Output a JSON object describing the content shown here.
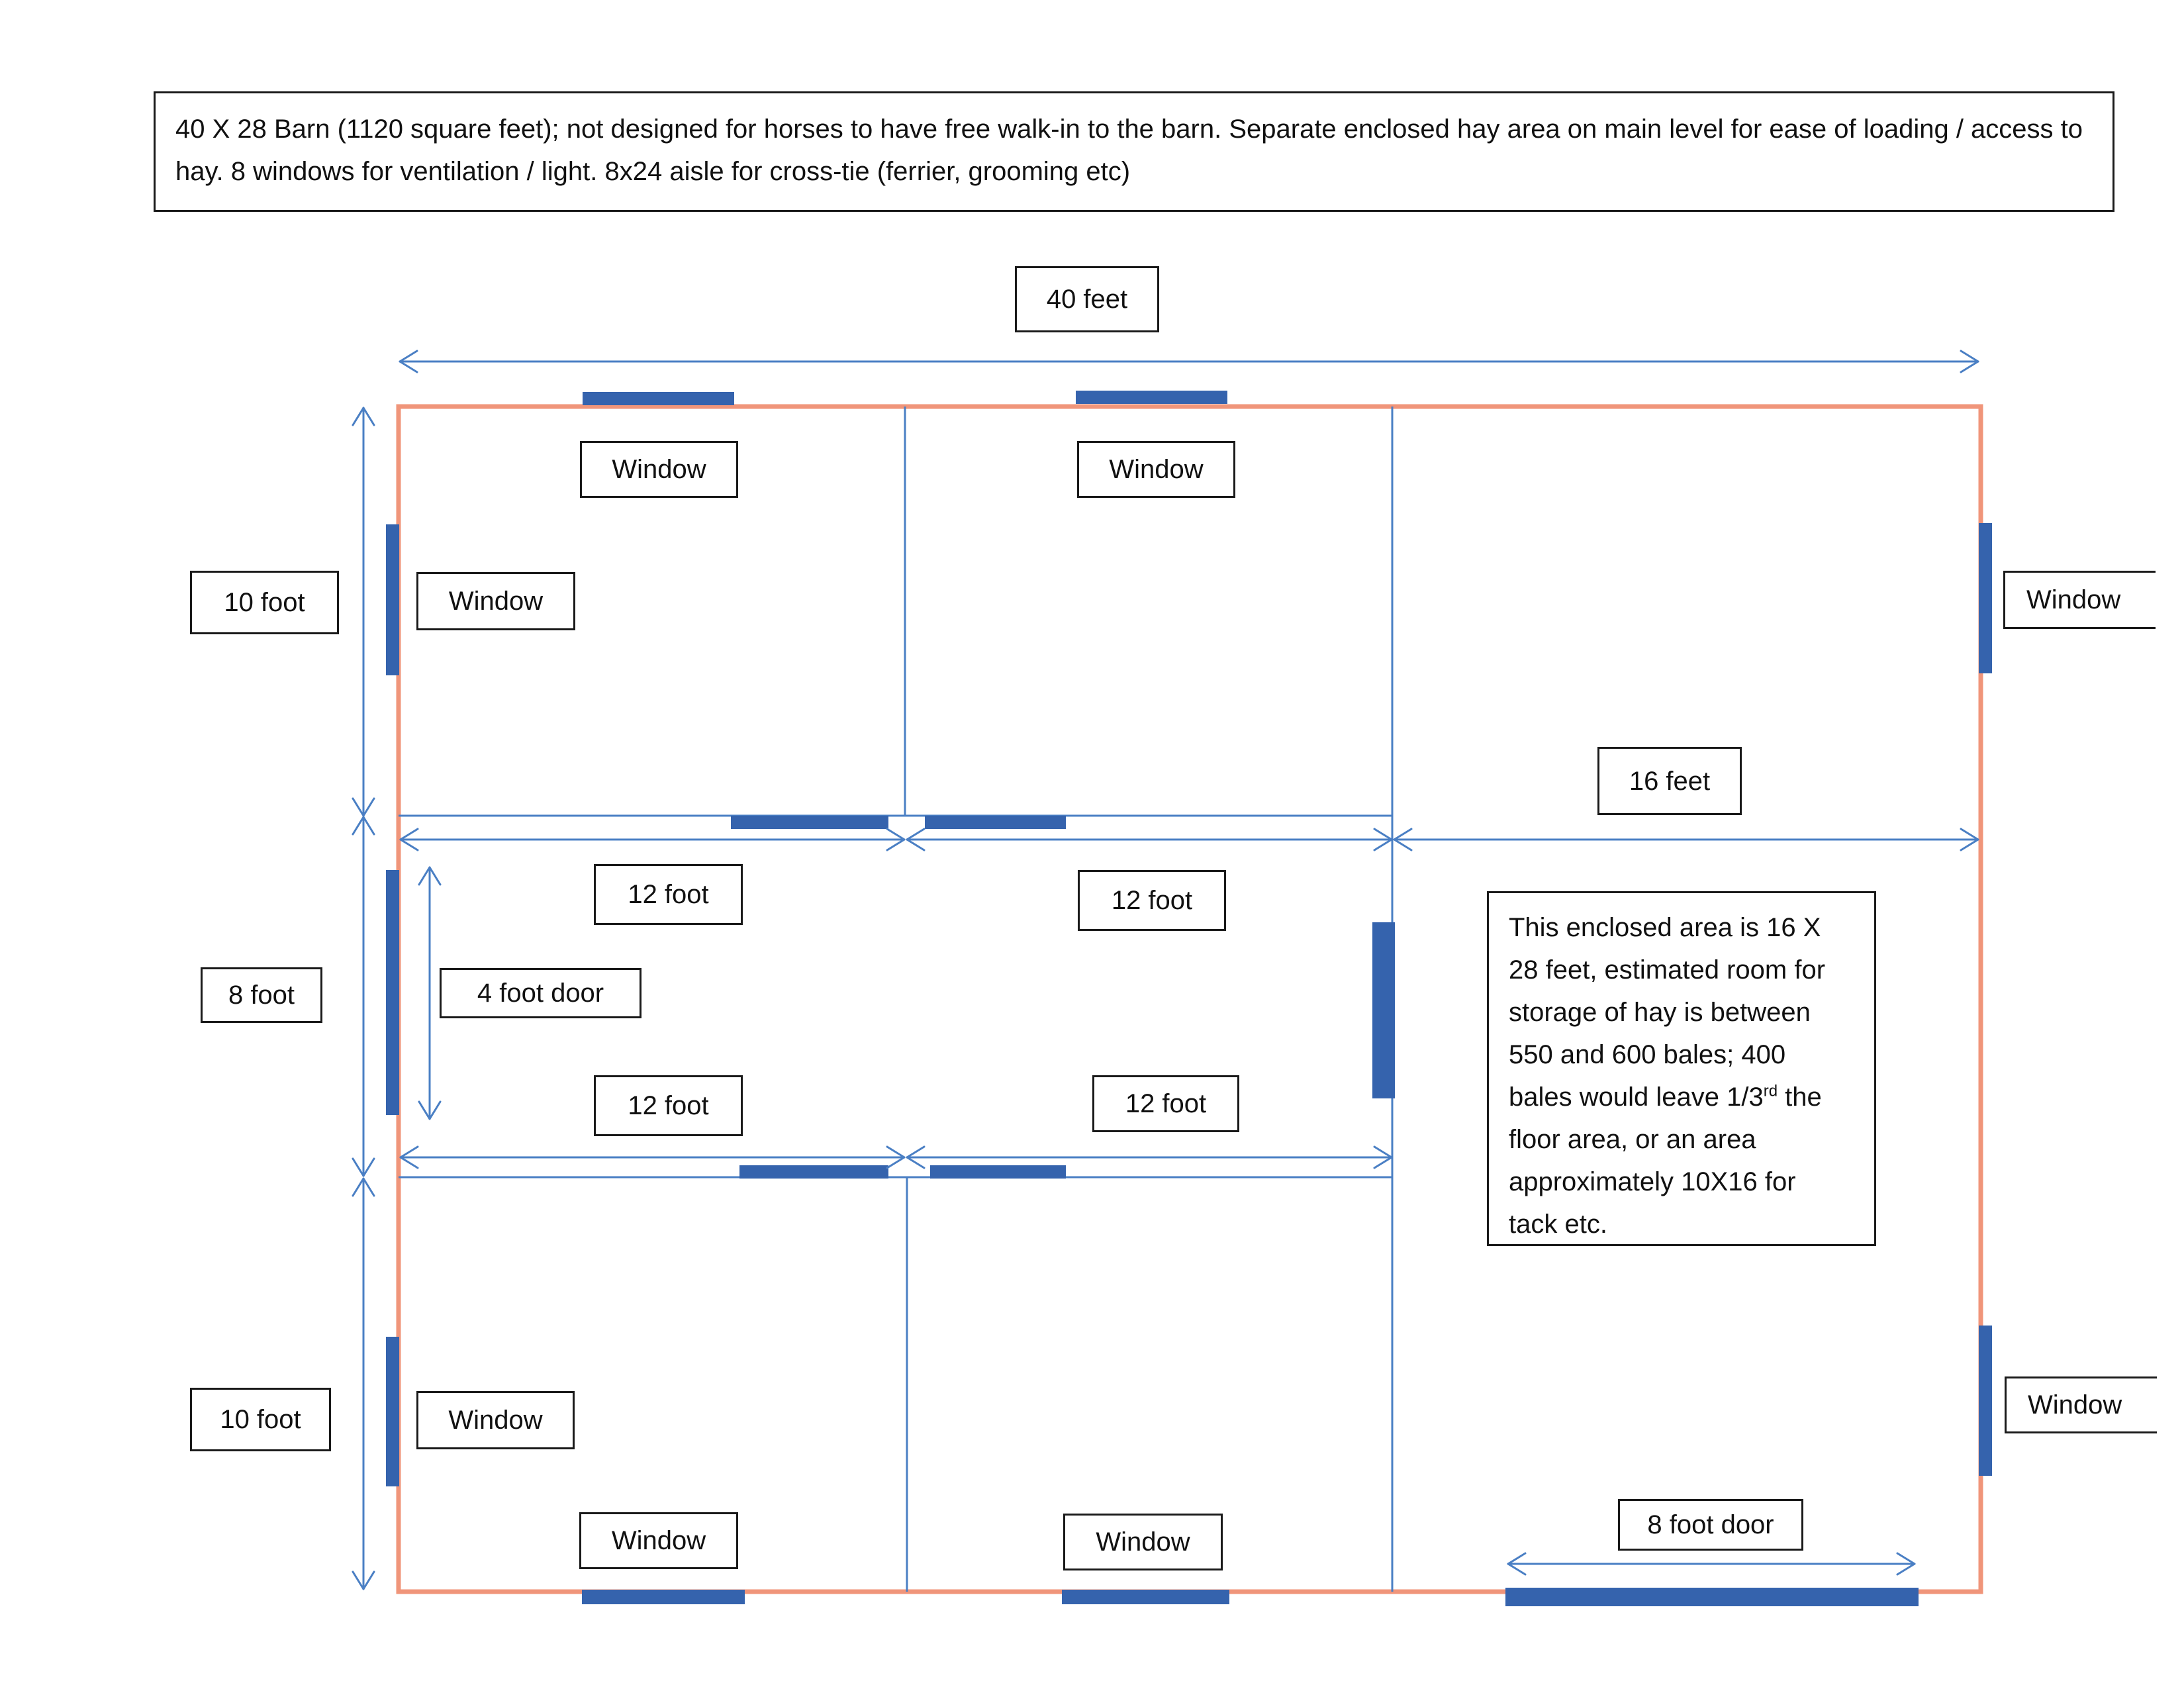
{
  "description": "40 X 28 Barn (1120 square feet);  not designed for horses to have free walk-in to the barn.   Separate enclosed hay area on main level for ease of loading / access to hay.    8 windows for ventilation / light.  8x24 aisle for cross-tie (ferrier, grooming etc)",
  "labels": {
    "width_top": "40 feet",
    "hay_width": "16 feet",
    "left_top": "10 foot",
    "left_middle": "8 foot",
    "left_bottom": "10 foot",
    "stall_top_left": "12 foot",
    "stall_top_right": "12 foot",
    "stall_bottom_left": "12 foot",
    "stall_bottom_right": "12 foot",
    "aisle_door": "4 foot door",
    "hay_door": "8 foot door"
  },
  "windows": [
    "Window",
    "Window",
    "Window",
    "Window",
    "Window",
    "Window",
    "Window",
    "Window"
  ],
  "note": {
    "lines": [
      "This enclosed area is 16 X",
      "28 feet, estimated room for",
      "storage of hay is between",
      "550 and 600 bales;  400",
      "bales would leave 1/3",
      "floor area, or an area",
      "approximately  10X16 for",
      "tack etc."
    ],
    "ordinal_suffix": "rd",
    "line5_tail": " the"
  },
  "colors": {
    "outer_wall": "#f0957a",
    "interior_line": "#4a7fc4",
    "opening": "#3563ad",
    "arrow": "#4a7fc4"
  }
}
